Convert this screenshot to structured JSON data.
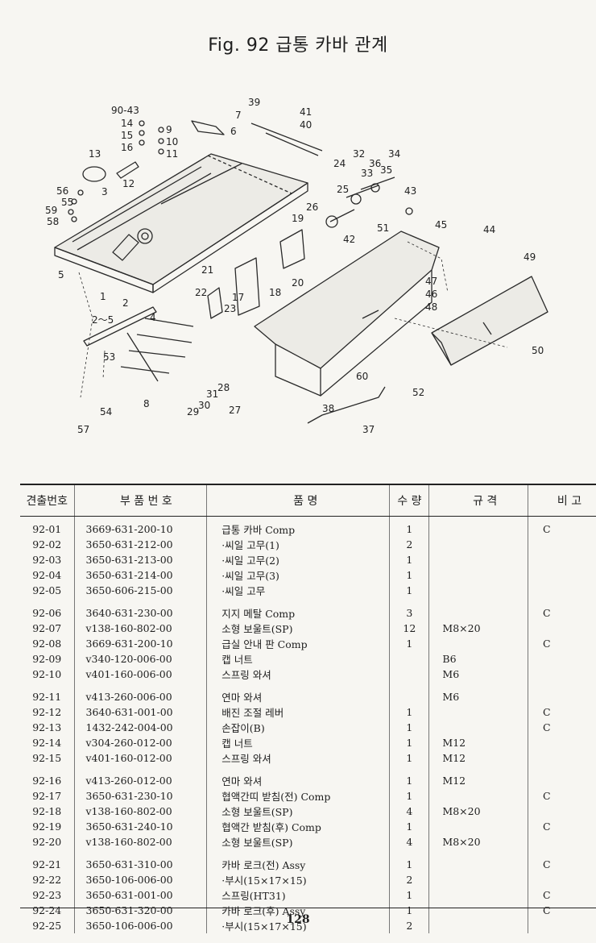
{
  "title": "Fig. 92 급통 카바 관계",
  "diagram": {
    "callouts": [
      "1",
      "2",
      "2～5",
      "3",
      "4",
      "5",
      "6",
      "7",
      "8",
      "9",
      "10",
      "11",
      "12",
      "13",
      "14",
      "15",
      "16",
      "17",
      "18",
      "19",
      "20",
      "21",
      "22",
      "23",
      "24",
      "25",
      "26",
      "27",
      "28",
      "29",
      "30",
      "31",
      "32",
      "33",
      "34",
      "35",
      "36",
      "37",
      "38",
      "39",
      "40",
      "41",
      "42",
      "43",
      "44",
      "45",
      "46",
      "47",
      "48",
      "49",
      "50",
      "51",
      "52",
      "53",
      "54",
      "55",
      "56",
      "57",
      "58",
      "59",
      "60",
      "90-43"
    ]
  },
  "table": {
    "headers": [
      "견출번호",
      "부 품 번 호",
      "품 명",
      "수 량",
      "규 격",
      "비 고"
    ],
    "rows": [
      {
        "idx": "92-01",
        "part_no": "3669-631-200-10",
        "name": "급통 카바 Comp",
        "qty": "1",
        "spec": "",
        "note": "C"
      },
      {
        "idx": "92-02",
        "part_no": "3650-631-212-00",
        "name": "·씨일 고무(1)",
        "qty": "2",
        "spec": "",
        "note": ""
      },
      {
        "idx": "92-03",
        "part_no": "3650-631-213-00",
        "name": "·씨일 고무(2)",
        "qty": "1",
        "spec": "",
        "note": ""
      },
      {
        "idx": "92-04",
        "part_no": "3650-631-214-00",
        "name": "·씨일 고무(3)",
        "qty": "1",
        "spec": "",
        "note": ""
      },
      {
        "idx": "92-05",
        "part_no": "3650-606-215-00",
        "name": "·씨일 고무",
        "qty": "1",
        "spec": "",
        "note": ""
      },
      {
        "idx": "92-06",
        "part_no": "3640-631-230-00",
        "name": "지지 메탈 Comp",
        "qty": "3",
        "spec": "",
        "note": "C"
      },
      {
        "idx": "92-07",
        "part_no": "v138-160-802-00",
        "name": "소형 보울트(SP)",
        "qty": "12",
        "spec": "M8×20",
        "note": ""
      },
      {
        "idx": "92-08",
        "part_no": "3669-631-200-10",
        "name": "급실 안내 판 Comp",
        "qty": "1",
        "spec": "",
        "note": "C"
      },
      {
        "idx": "92-09",
        "part_no": "v340-120-006-00",
        "name": "캡 너트",
        "qty": "",
        "spec": "B6",
        "note": ""
      },
      {
        "idx": "92-10",
        "part_no": "v401-160-006-00",
        "name": "스프링 와셔",
        "qty": "",
        "spec": "M6",
        "note": ""
      },
      {
        "idx": "92-11",
        "part_no": "v413-260-006-00",
        "name": "연마 와셔",
        "qty": "",
        "spec": "M6",
        "note": ""
      },
      {
        "idx": "92-12",
        "part_no": "3640-631-001-00",
        "name": "배진 조절 레버",
        "qty": "1",
        "spec": "",
        "note": "C"
      },
      {
        "idx": "92-13",
        "part_no": "1432-242-004-00",
        "name": "손잡이(B)",
        "qty": "1",
        "spec": "",
        "note": "C"
      },
      {
        "idx": "92-14",
        "part_no": "v304-260-012-00",
        "name": "캡 너트",
        "qty": "1",
        "spec": "M12",
        "note": ""
      },
      {
        "idx": "92-15",
        "part_no": "v401-160-012-00",
        "name": "스프링 와셔",
        "qty": "1",
        "spec": "M12",
        "note": ""
      },
      {
        "idx": "92-16",
        "part_no": "v413-260-012-00",
        "name": "연마 와셔",
        "qty": "1",
        "spec": "M12",
        "note": ""
      },
      {
        "idx": "92-17",
        "part_no": "3650-631-230-10",
        "name": "협액간띠 받침(전) Comp",
        "qty": "1",
        "spec": "",
        "note": "C"
      },
      {
        "idx": "92-18",
        "part_no": "v138-160-802-00",
        "name": "소형 보울트(SP)",
        "qty": "4",
        "spec": "M8×20",
        "note": ""
      },
      {
        "idx": "92-19",
        "part_no": "3650-631-240-10",
        "name": "협액간 받침(후) Comp",
        "qty": "1",
        "spec": "",
        "note": "C"
      },
      {
        "idx": "92-20",
        "part_no": "v138-160-802-00",
        "name": "소형 보울트(SP)",
        "qty": "4",
        "spec": "M8×20",
        "note": ""
      },
      {
        "idx": "92-21",
        "part_no": "3650-631-310-00",
        "name": "카바 로크(전) Assy",
        "qty": "1",
        "spec": "",
        "note": "C"
      },
      {
        "idx": "92-22",
        "part_no": "3650-106-006-00",
        "name": "·부시(15×17×15)",
        "qty": "2",
        "spec": "",
        "note": ""
      },
      {
        "idx": "92-23",
        "part_no": "3650-631-001-00",
        "name": "스프링(HT31)",
        "qty": "1",
        "spec": "",
        "note": "C"
      },
      {
        "idx": "92-24",
        "part_no": "3650-631-320-00",
        "name": "카바 로크(후) Assy",
        "qty": "1",
        "spec": "",
        "note": "C"
      },
      {
        "idx": "92-25",
        "part_no": "3650-106-006-00",
        "name": "·부시(15×17×15)",
        "qty": "2",
        "spec": "",
        "note": ""
      }
    ]
  },
  "page_number": "128"
}
